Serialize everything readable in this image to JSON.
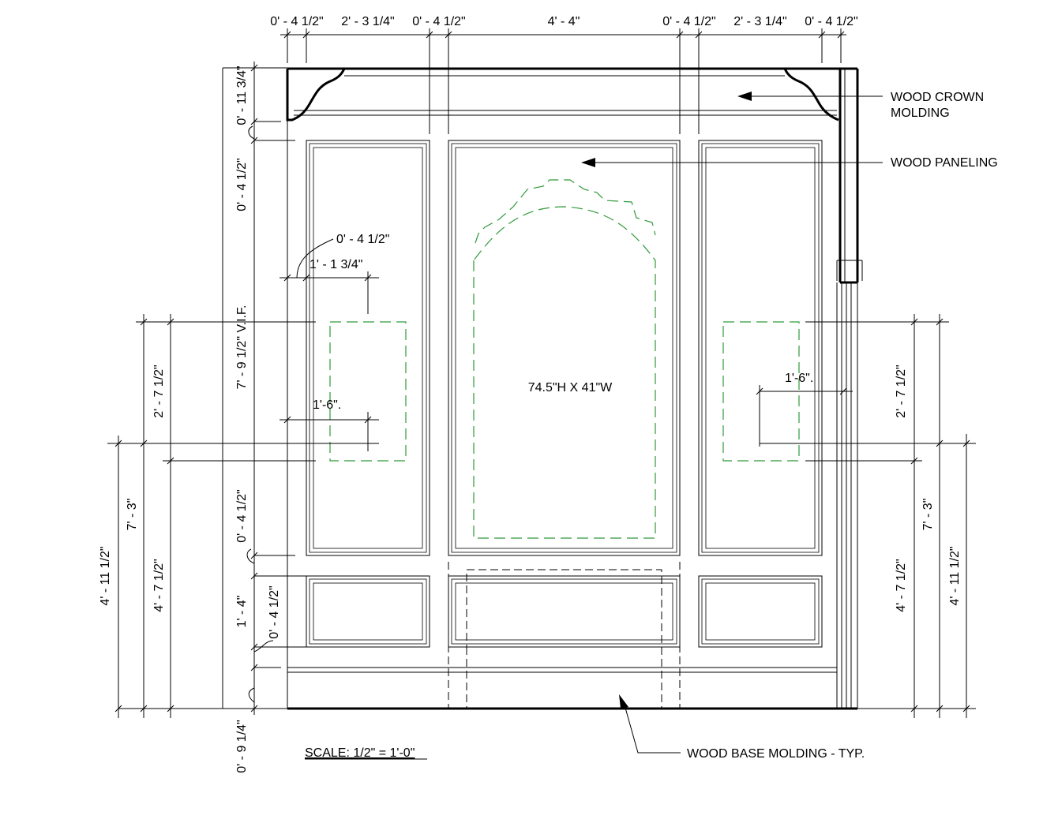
{
  "drawing": {
    "top_dims": [
      "0' - 4 1/2\"",
      "2' - 3 1/4\"",
      "0' - 4 1/2\"",
      "4' - 4\"",
      "0' - 4 1/2\"",
      "2' - 3 1/4\"",
      "0' - 4 1/2\""
    ],
    "left_dims": {
      "crown": "0' - 11 3/4\"",
      "top_rail": "0' - 4 1/2\"",
      "overall": "7' - 9 1/2\" V.I.F.",
      "rail_mid": "0' - 4 1/2\"",
      "lower_panel": "1' - 4\"",
      "rail_low": "0' - 4 1/2\"",
      "base": "0' - 9 1/4\"",
      "box_height": "2' - 7 1/2\"",
      "box_bottom": "4' - 7 1/2\"",
      "to_center": "7' - 3\"",
      "center_line": "4' - 11 1/2\""
    },
    "right_dims": {
      "box_height": "2' - 7 1/2\"",
      "to_center": "7' - 3\"",
      "box_bottom": "4' - 7 1/2\"",
      "center_line": "4' - 11 1/2\""
    },
    "inner_dims": {
      "stile": "0' - 4 1/2\"",
      "offset": "1' - 1 3/4\"",
      "left_height": "1'-6\".",
      "right_height": "1'-6\"."
    },
    "center_label": "74.5\"H X 41\"W",
    "notes": {
      "crown_line1": "WOOD CROWN",
      "crown_line2": "MOLDING",
      "paneling": "WOOD PANELING",
      "base": "WOOD BASE MOLDING - TYP."
    },
    "scale": "SCALE: 1/2\" = 1'-0\"",
    "colors": {
      "lines": "#000000",
      "hidden_outline": "#2e9a3a"
    }
  }
}
